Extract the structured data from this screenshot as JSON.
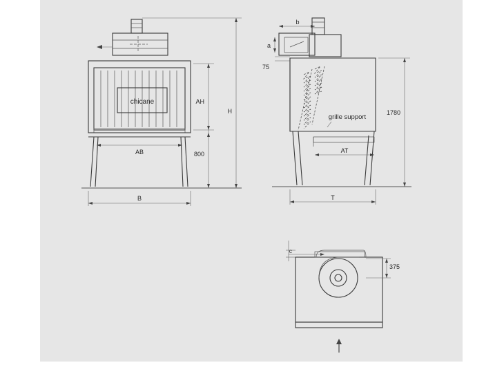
{
  "labels": {
    "chicane": "chicane",
    "grille_support": "grille support"
  },
  "dimensions": {
    "a": "a",
    "b": "b",
    "c": "c",
    "ah": "AH",
    "h": "H",
    "ab": "AB",
    "at": "AT",
    "b_width": "B",
    "t_depth": "T",
    "d75": "75",
    "d800": "800",
    "d1780": "1780",
    "d375": "375"
  },
  "colors": {
    "paper": "#e6e6e6",
    "margin": "#ffffff",
    "line": "#3a3a3a",
    "panel": "#efefef",
    "chicane_plate": "#f7f7f7"
  }
}
